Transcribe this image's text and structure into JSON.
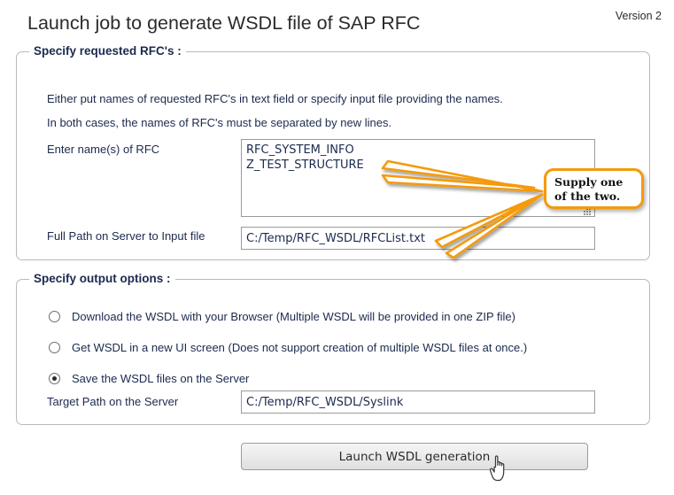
{
  "header": {
    "title": "Launch job to generate WSDL file of SAP RFC",
    "version": "Version 2"
  },
  "rfc_section": {
    "legend": "Specify requested RFC's :",
    "description_line_1": "Either put names of requested RFC's in text field or specify input file providing the names.",
    "description_line_2": "In both cases, the names of RFC's must be separated by new lines.",
    "rfc_names_label": "Enter name(s) of RFC",
    "rfc_names_value": "RFC_SYSTEM_INFO\nZ_TEST_STRUCTURE",
    "rfc_names_placeholder": "",
    "input_file_label": "Full Path on Server to Input file",
    "input_file_value": "C:/Temp/RFC_WSDL/RFCList.txt",
    "input_file_placeholder": ""
  },
  "output_section": {
    "legend": "Specify output options :",
    "options": [
      {
        "id": "download-browser",
        "label": "Download the WSDL with your Browser (Multiple WSDL will be provided in one ZIP file)",
        "selected": false
      },
      {
        "id": "new-ui-screen",
        "label": "Get WSDL in a new UI screen (Does not support creation of multiple WSDL files at once.)",
        "selected": false
      },
      {
        "id": "save-on-server",
        "label": "Save the WSDL files on the Server",
        "selected": true
      }
    ],
    "target_path_label": "Target Path on the Server",
    "target_path_value": "C:/Temp/RFC_WSDL/Syslink",
    "target_path_placeholder": ""
  },
  "actions": {
    "launch_label": "Launch WSDL generation"
  },
  "annotation": {
    "callout_text": "Supply one\nof the two.",
    "callout_color": "#f49a0b",
    "arrow_color": "#f49a0b",
    "arrow_count": 2
  },
  "icons": {
    "resize_grip": "resize-grip-icon",
    "cursor": "hand-pointer-cursor"
  },
  "colors": {
    "text": "#1b2a4e",
    "title": "#2b2b2b",
    "border": "#b9b9b9",
    "input_border": "#9a9a9a",
    "accent": "#f49a0b"
  }
}
